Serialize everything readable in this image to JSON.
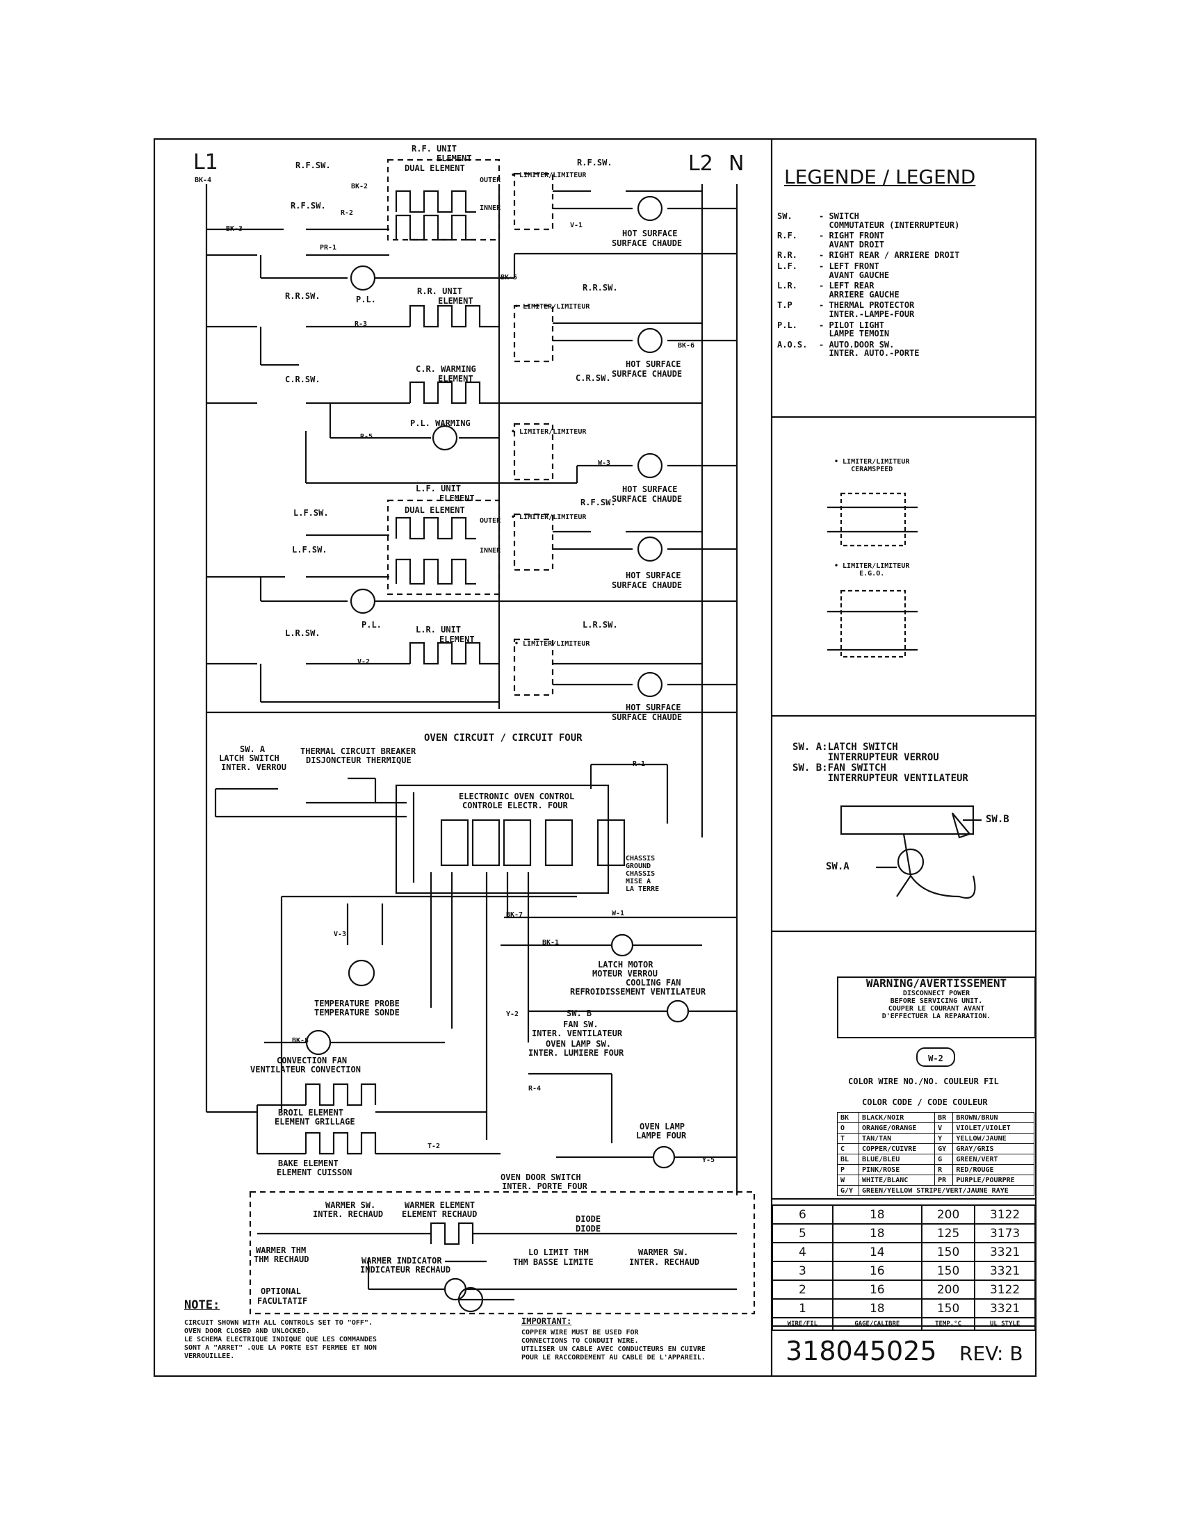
{
  "lines": {
    "l1": "L1",
    "l2": "L2",
    "n": "N"
  },
  "surface": {
    "rf": {
      "unit": "R.F. UNIT",
      "element": "ELEMENT",
      "dual": "DUAL ELEMENT",
      "outer": "OUTER",
      "inner": "INNER",
      "sw": "R.F.SW.",
      "sw2": "R.F.SW.",
      "pl": "P.L.",
      "hot": "HOT SURFACE",
      "hot_fr": "SURFACE CHAUDE",
      "limiter": "• LIMITER/LIMITEUR"
    },
    "rr": {
      "sw": "R.R.SW.",
      "unit": "R.R. UNIT",
      "element": "ELEMENT",
      "sw2": "R.R.SW.",
      "hot": "HOT SURFACE",
      "hot_fr": "SURFACE CHAUDE",
      "limiter": "• LIMITER/LIMITEUR"
    },
    "cr": {
      "sw": "C.R.SW.",
      "unit": "C.R. WARMING",
      "element": "ELEMENT",
      "sw2": "C.R.SW.",
      "pl": "P.L. WARMING",
      "limiter": "• LIMITER/LIMITEUR",
      "hot": "HOT SURFACE",
      "hot_fr": "SURFACE CHAUDE"
    },
    "lf": {
      "unit": "L.F. UNIT",
      "element": "ELEMENT",
      "dual": "DUAL ELEMENT",
      "outer": "OUTER",
      "inner": "INNER",
      "sw": "L.F.SW.",
      "sw2": "L.F.SW.",
      "sw3": "R.F.SW.",
      "pl": "P.L.",
      "hot": "HOT SURFACE",
      "hot_fr": "SURFACE CHAUDE",
      "limiter": "• LIMITER/LIMITEUR"
    },
    "lr": {
      "sw": "L.R.SW.",
      "unit": "L.R. UNIT",
      "element": "ELEMENT",
      "sw2": "L.R.SW.",
      "hot": "HOT SURFACE",
      "hot_fr": "SURFACE CHAUDE",
      "limiter": "• LIMITER/LIMITEUR"
    }
  },
  "wire_labels": [
    "BK-4",
    "BK-3",
    "BK-2",
    "R-2",
    "PR-1",
    "R-3",
    "BK-5",
    "R-5",
    "BK-6",
    "V-1",
    "W-3",
    "V-2",
    "BK-7",
    "Y-2",
    "R-4",
    "Y-5",
    "T-2",
    "BK-8",
    "BK-1",
    "W-1",
    "V-3",
    "R-1"
  ],
  "oven": {
    "title": "OVEN CIRCUIT / CIRCUIT FOUR",
    "sw_a": "SW. A",
    "latch": "LATCH SWITCH",
    "latch_fr": "INTER. VERROU",
    "tcb": "THERMAL CIRCUIT BREAKER",
    "tcb_fr": "DISJONCTEUR THERMIQUE",
    "eoc": "ELECTRONIC OVEN CONTROL",
    "eoc_fr": "CONTROLE ELECTR. FOUR",
    "chassis": "CHASSIS\nGROUND\nCHASSIS\nMISE A\nLA TERRE",
    "probe": "TEMPERATURE PROBE",
    "probe_fr": "TEMPERATURE SONDE",
    "latch_motor": "LATCH MOTOR",
    "latch_motor_fr": "MOTEUR VERROU",
    "cooling": "COOLING FAN",
    "cooling_fr": "REFROIDISSEMENT VENTILATEUR",
    "sw_b": "SW. B",
    "fan_sw": "FAN SW.",
    "fan_sw_fr": "INTER. VENTILATEUR",
    "lamp_sw": "OVEN LAMP SW.",
    "lamp_sw_fr": "INTER. LUMIERE FOUR",
    "conv_fan": "CONVECTION FAN",
    "conv_fan_fr": "VENTILATEUR CONVECTION",
    "broil": "BROIL ELEMENT",
    "broil_fr": "ELEMENT GRILLAGE",
    "bake": "BAKE ELEMENT",
    "bake_fr": "ELEMENT CUISSON",
    "lamp": "OVEN LAMP",
    "lamp_fr": "LAMPE FOUR",
    "door_sw": "OVEN DOOR SWITCH",
    "door_sw_fr": "INTER. PORTE FOUR"
  },
  "warmer": {
    "sw": "WARMER SW.",
    "sw_fr": "INTER. RECHAUD",
    "element": "WARMER ELEMENT",
    "element_fr": "ELEMENT RECHAUD",
    "diode": "DIODE",
    "diode_fr": "DIODE",
    "thm": "WARMER THM",
    "thm_fr": "THM RECHAUD",
    "indicator": "WARMER INDICATOR",
    "indicator_fr": "INDICATEUR RECHAUD",
    "lo_limit": "LO LIMIT THM",
    "lo_limit_fr": "THM BASSE LIMITE",
    "sw2": "WARMER SW.",
    "sw2_fr": "INTER. RECHAUD",
    "optional": "OPTIONAL",
    "optional_fr": "FACULTATIF"
  },
  "note": {
    "title": "NOTE:",
    "text": "CIRCUIT SHOWN WITH ALL CONTROLS SET TO \"OFF\".\nOVEN DOOR CLOSED AND UNLOCKED.\nLE SCHEMA ELECTRIQUE INDIQUE QUE LES COMMANDES\nSONT A \"ARRET\" .QUE LA PORTE EST FERMEE ET NON\nVERROUILLEE."
  },
  "important": {
    "title": "IMPORTANT:",
    "text": "COPPER WIRE MUST BE USED FOR\nCONNECTIONS TO CONDUIT WIRE.\nUTILISER UN CABLE AVEC CONDUCTEURS EN CUIVRE\nPOUR LE RACCORDEMENT AU CABLE DE L'APPAREIL."
  },
  "legend": {
    "title": "LEGENDE / LEGEND",
    "items": [
      {
        "abbr": "SW.",
        "desc": "- SWITCH\n  COMMUTATEUR (INTERRUPTEUR)"
      },
      {
        "abbr": "R.F.",
        "desc": "- RIGHT FRONT\n  AVANT DROIT"
      },
      {
        "abbr": "R.R.",
        "desc": "- RIGHT REAR / ARRIERE DROIT"
      },
      {
        "abbr": "L.F.",
        "desc": "- LEFT FRONT\n  AVANT GAUCHE"
      },
      {
        "abbr": "L.R.",
        "desc": "- LEFT REAR\n  ARRIERE GAUCHE"
      },
      {
        "abbr": "T.P",
        "desc": "- THERMAL PROTECTOR\n  INTER.-LAMPE-FOUR"
      },
      {
        "abbr": "P.L.",
        "desc": "- PILOT LIGHT\n  LAMPE TEMOIN"
      },
      {
        "abbr": "A.O.S.",
        "desc": "- AUTO.DOOR SW.\n  INTER. AUTO.-PORTE"
      }
    ]
  },
  "limiter_detail": {
    "a": "• LIMITER/LIMITEUR\nCERAMSPEED",
    "b": "• LIMITER/LIMITEUR\nE.G.O."
  },
  "switch_detail": {
    "line1": "SW. A:LATCH SWITCH",
    "line1b": "      INTERRUPTEUR VERROU",
    "line2": "SW. B:FAN SWITCH",
    "line2b": "      INTERRUPTEUR VENTILATEUR",
    "label_b": "SW.B",
    "label_a": "SW.A"
  },
  "warning": {
    "title": "WARNING/AVERTISSEMENT",
    "text": "DISCONNECT POWER\nBEFORE SERVICING UNIT.\nCOUPER LE COURANT AVANT\nD'EFFECTUER LA REPARATION.",
    "wire_example": "W-2",
    "wire_caption": "COLOR WIRE NO./NO. COULEUR FIL",
    "code_caption": "COLOR CODE / CODE COULEUR"
  },
  "color_codes": [
    [
      "BK",
      "BLACK/NOIR",
      "BR",
      "BROWN/BRUN"
    ],
    [
      "O",
      "ORANGE/ORANGE",
      "V",
      "VIOLET/VIOLET"
    ],
    [
      "T",
      "TAN/TAN",
      "Y",
      "YELLOW/JAUNE"
    ],
    [
      "C",
      "COPPER/CUIVRE",
      "GY",
      "GRAY/GRIS"
    ],
    [
      "BL",
      "BLUE/BLEU",
      "G",
      "GREEN/VERT"
    ],
    [
      "P",
      "PINK/ROSE",
      "R",
      "RED/ROUGE"
    ],
    [
      "W",
      "WHITE/BLANC",
      "PR",
      "PURPLE/POURPRE"
    ],
    [
      "G/Y",
      "GREEN/YELLOW STRIPE/VERT/JAUNE RAYE",
      "",
      ""
    ]
  ],
  "wire_table": {
    "rows": [
      [
        "6",
        "18",
        "200",
        "3122"
      ],
      [
        "5",
        "18",
        "125",
        "3173"
      ],
      [
        "4",
        "14",
        "150",
        "3321"
      ],
      [
        "3",
        "16",
        "150",
        "3321"
      ],
      [
        "2",
        "16",
        "200",
        "3122"
      ],
      [
        "1",
        "18",
        "150",
        "3321"
      ]
    ],
    "headers": [
      "WIRE/FIL",
      "GAGE/CALIBRE",
      "TEMP.°C",
      "UL STYLE"
    ]
  },
  "part": {
    "number": "318045025",
    "rev": "REV: B"
  }
}
